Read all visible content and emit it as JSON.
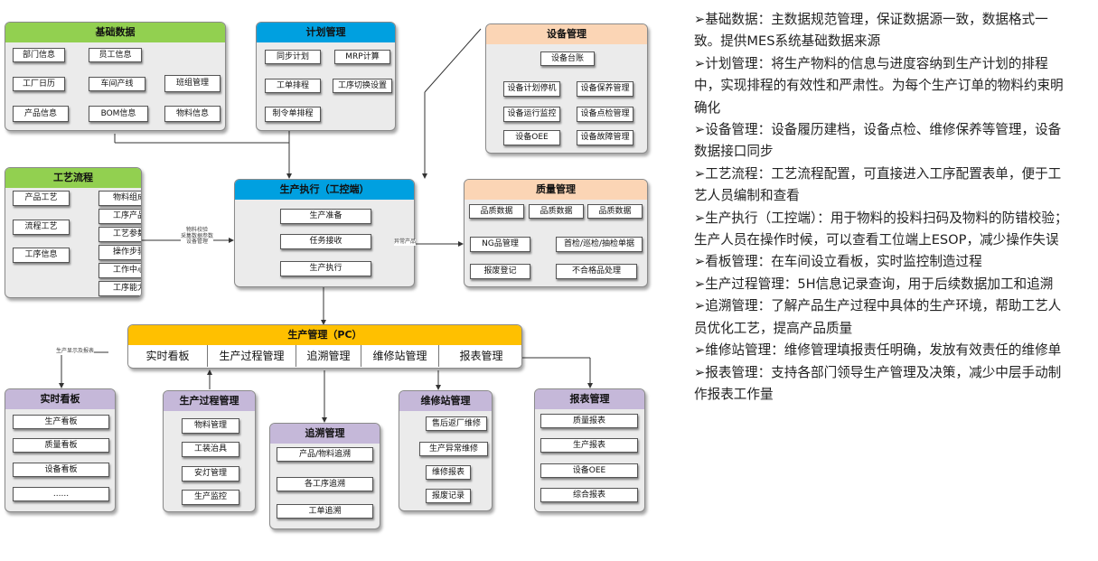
{
  "colors": {
    "green": "#92d050",
    "blue": "#00a0e0",
    "orange": "#fbd5b5",
    "yellow": "#ffc000",
    "purple": "#c5b8d9",
    "panel_bg": "#ebebeb"
  },
  "panels": {
    "basic": {
      "title": "基础数据",
      "items": [
        "部门信息",
        "员工信息",
        "工厂日历",
        "车间产线",
        "班组管理",
        "产品信息",
        "BOM信息",
        "物料信息"
      ]
    },
    "plan": {
      "title": "计划管理",
      "items": [
        "同步计划",
        "MRP计算",
        "工单排程",
        "工序切换设置",
        "制令单排程"
      ]
    },
    "equip": {
      "title": "设备管理",
      "items": [
        "设备台账",
        "设备计划停机",
        "设备保养管理",
        "设备运行监控",
        "设备点检管理",
        "设备OEE",
        "设备故障管理"
      ]
    },
    "process": {
      "title": "工艺流程",
      "items": [
        "产品工艺",
        "流程工艺",
        "工序信息",
        "物料组成",
        "工序产品",
        "工艺参数",
        "操作步骤",
        "工作中心",
        "工序能力"
      ]
    },
    "exec": {
      "title": "生产执行（工控端）",
      "items": [
        "生产准备",
        "任务接收",
        "生产执行"
      ]
    },
    "quality": {
      "title": "质量管理",
      "items": [
        "品质数据",
        "品质数据",
        "品质数据",
        "NG品管理",
        "首检/巡检/抽检单据",
        "报废登记",
        "不合格品处理"
      ]
    },
    "pc": {
      "title": "生产管理（PC）",
      "tabs": [
        "实时看板",
        "生产过程管理",
        "追溯管理",
        "维修站管理",
        "报表管理"
      ]
    },
    "board": {
      "title": "实时看板",
      "items": [
        "生产看板",
        "质量看板",
        "设备看板",
        "......"
      ]
    },
    "proc": {
      "title": "生产过程管理",
      "items": [
        "物料管理",
        "工装治具",
        "安灯管理",
        "生产监控"
      ]
    },
    "trace": {
      "title": "追溯管理",
      "items": [
        "产品/物料追溯",
        "各工序追溯",
        "工单追溯"
      ]
    },
    "repair": {
      "title": "维修站管理",
      "items": [
        "售后返厂维修",
        "生产异常维修",
        "维修报表",
        "报废记录"
      ]
    },
    "report": {
      "title": "报表管理",
      "items": [
        "质量报表",
        "生产报表",
        "设备OEE",
        "综合报表"
      ]
    }
  },
  "edge_labels": {
    "process_exec": "物料校验\n采集数据参数\n设备管理",
    "exec_quality": "异常产品",
    "board_link": "生产显示及报表"
  },
  "descriptions": [
    "➢基础数据：主数据规范管理，保证数据源一致，数据格式一致。提供MES系统基础数据来源",
    "➢计划管理：将生产物料的信息与进度容纳到生产计划的排程中，实现排程的有效性和严肃性。为每个生产订单的物料约束明确化",
    "➢设备管理：设备履历建档，设备点检、维修保养等管理，设备数据接口同步",
    "➢工艺流程：工艺流程配置，可直接进入工序配置表单，便于工艺人员编制和查看",
    "➢生产执行（工控端）：用于物料的投料扫码及物料的防错校验；生产人员在操作时候，可以查看工位端上ESOP，减少操作失误",
    "➢看板管理：在车间设立看板，实时监控制造过程",
    "➢生产过程管理：5H信息记录查询，用于后续数据加工和追溯",
    "➢追溯管理：了解产品生产过程中具体的生产环境，帮助工艺人员优化工艺，提高产品质量",
    "➢维修站管理：维修管理填报责任明确，发放有效责任的维修单",
    "➢报表管理：支持各部门领导生产管理及决策，减少中层手动制作报表工作量"
  ]
}
